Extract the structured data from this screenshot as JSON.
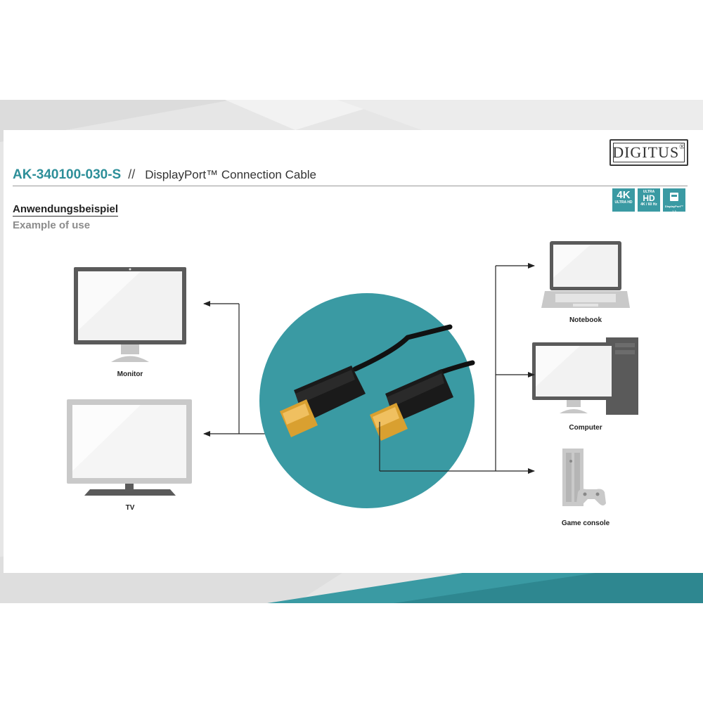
{
  "header": {
    "model_number": "AK-340100-030-S",
    "separator": "//",
    "product_title": "DisplayPort™ Connection Cable"
  },
  "brand": {
    "name": "DIGITUS",
    "registered_mark": "®"
  },
  "badges": [
    {
      "main": "4K",
      "sub": "ULTRA HD",
      "icon": "4k-badge-icon"
    },
    {
      "main": "HD",
      "top": "ULTRA",
      "sub": "4K / 60 Hz",
      "icon": "ultra-hd-badge-icon"
    },
    {
      "sub": "DisplayPort™ 1.2",
      "icon": "displayport-badge-icon"
    }
  ],
  "section": {
    "title_de": "Anwendungsbeispiel",
    "title_en": "Example of use"
  },
  "devices": {
    "monitor": "Monitor",
    "tv": "TV",
    "notebook": "Notebook",
    "computer": "Computer",
    "game_console": "Game console"
  },
  "colors": {
    "accent": "#2d8f99",
    "circle": "#3a9aa3",
    "device_frame": "#5a5a5a",
    "screen": "#f2f2f2",
    "connector_gold": "#d9a030"
  }
}
